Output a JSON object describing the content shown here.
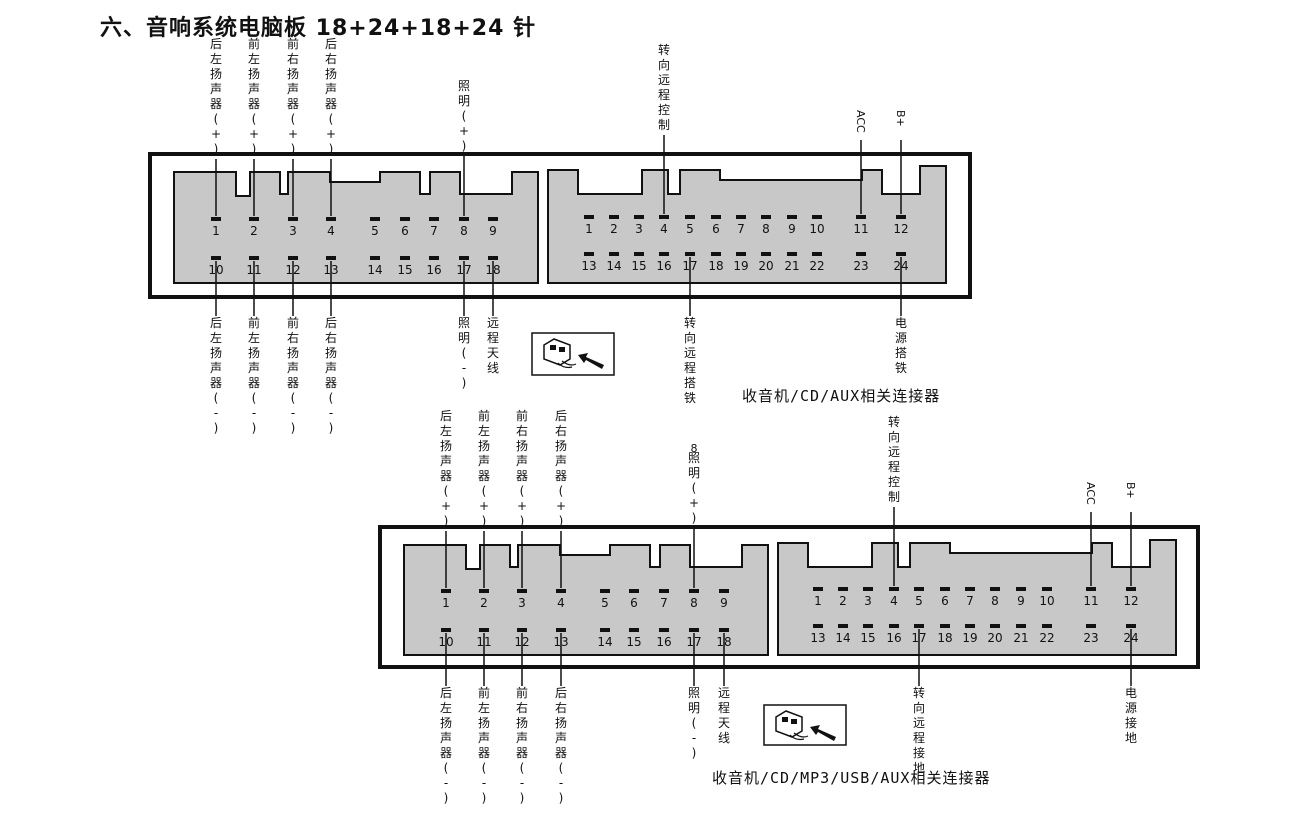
{
  "title": "六、音响系统电脑板 18+24+18+24 针",
  "colors": {
    "housing": "#c8c8c8",
    "ink": "#111111"
  },
  "connectors": [
    {
      "caption": "收音机/CD/AUX相关连接器",
      "left_pins": {
        "top_row": [
          "1",
          "2",
          "3",
          "4",
          "5",
          "6",
          "7",
          "8",
          "9"
        ],
        "bottom_row": [
          "10",
          "11",
          "12",
          "13",
          "14",
          "15",
          "16",
          "17",
          "18"
        ]
      },
      "right_pins": {
        "top_row": [
          "1",
          "2",
          "3",
          "4",
          "5",
          "6",
          "7",
          "8",
          "9",
          "10",
          "11",
          "12"
        ],
        "bottom_row": [
          "13",
          "14",
          "15",
          "16",
          "17",
          "18",
          "19",
          "20",
          "21",
          "22",
          "23",
          "24"
        ]
      },
      "top_labels": [
        {
          "side": "left",
          "pin": "1",
          "text": "后左扬声器(+)"
        },
        {
          "side": "left",
          "pin": "2",
          "text": "前左扬声器(+)"
        },
        {
          "side": "left",
          "pin": "3",
          "text": "前右扬声器(+)"
        },
        {
          "side": "left",
          "pin": "4",
          "text": "后右扬声器(+)"
        },
        {
          "side": "left",
          "pin": "8",
          "text": "照明(+)"
        },
        {
          "side": "right",
          "pin": "4",
          "text": "转向远程控制"
        },
        {
          "side": "right",
          "pin": "11",
          "text": "ACC",
          "rotated": true
        },
        {
          "side": "right",
          "pin": "12",
          "text": "B+",
          "rotated": true
        }
      ],
      "bottom_labels": [
        {
          "side": "left",
          "pin": "10",
          "text": "后左扬声器(-)"
        },
        {
          "side": "left",
          "pin": "11",
          "text": "前左扬声器(-)"
        },
        {
          "side": "left",
          "pin": "12",
          "text": "前右扬声器(-)"
        },
        {
          "side": "left",
          "pin": "13",
          "text": "后右扬声器(-)"
        },
        {
          "side": "left",
          "pin": "17",
          "text": "照明(-)"
        },
        {
          "side": "left",
          "pin": "18",
          "text": "远程天线"
        },
        {
          "side": "right",
          "pin": "17",
          "text": "转向远程搭铁"
        },
        {
          "side": "right",
          "pin": "24",
          "text": "电源搭铁"
        }
      ]
    },
    {
      "caption": "收音机/CD/MP3/USB/AUX相关连接器",
      "left_pins": {
        "top_row": [
          "1",
          "2",
          "3",
          "4",
          "5",
          "6",
          "7",
          "8",
          "9"
        ],
        "bottom_row": [
          "10",
          "11",
          "12",
          "13",
          "14",
          "15",
          "16",
          "17",
          "18"
        ]
      },
      "right_pins": {
        "top_row": [
          "1",
          "2",
          "3",
          "4",
          "5",
          "6",
          "7",
          "8",
          "9",
          "10",
          "11",
          "12"
        ],
        "bottom_row": [
          "13",
          "14",
          "15",
          "16",
          "17",
          "18",
          "19",
          "20",
          "21",
          "22",
          "23",
          "24"
        ]
      },
      "top_labels": [
        {
          "side": "left",
          "pin": "1",
          "text": "后左扬声器(+)"
        },
        {
          "side": "left",
          "pin": "2",
          "text": "前左扬声器(+)"
        },
        {
          "side": "left",
          "pin": "3",
          "text": "前右扬声器(+)"
        },
        {
          "side": "left",
          "pin": "4",
          "text": "后右扬声器(+)"
        },
        {
          "side": "left",
          "pin": "8",
          "text": "照明(+)",
          "prefix": "8"
        },
        {
          "side": "right",
          "pin": "4",
          "text": "转向远程控制"
        },
        {
          "side": "right",
          "pin": "11",
          "text": "ACC",
          "rotated": true
        },
        {
          "side": "right",
          "pin": "12",
          "text": "B+",
          "rotated": true
        }
      ],
      "bottom_labels": [
        {
          "side": "left",
          "pin": "10",
          "text": "后左扬声器(-)"
        },
        {
          "side": "left",
          "pin": "11",
          "text": "前左扬声器(-)"
        },
        {
          "side": "left",
          "pin": "12",
          "text": "前右扬声器(-)"
        },
        {
          "side": "left",
          "pin": "13",
          "text": "后右扬声器(-)"
        },
        {
          "side": "left",
          "pin": "17",
          "text": "照明(-)"
        },
        {
          "side": "left",
          "pin": "18",
          "text": "远程天线"
        },
        {
          "side": "right",
          "pin": "17",
          "text": "转向远程接地"
        },
        {
          "side": "right",
          "pin": "24",
          "text": "电源接地"
        }
      ]
    }
  ]
}
